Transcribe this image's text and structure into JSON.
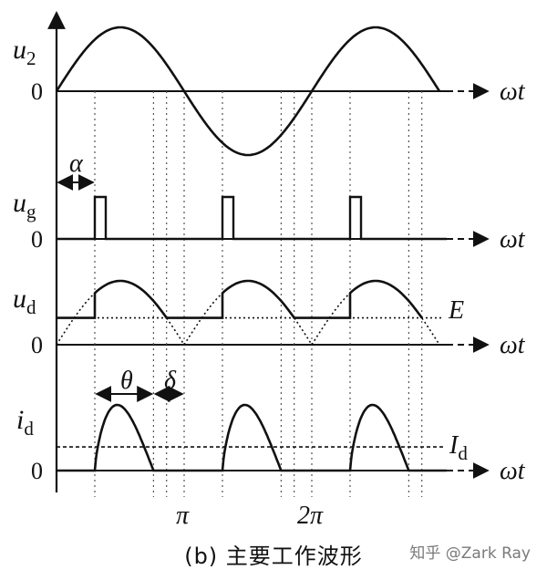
{
  "labels": {
    "u2_main": "u",
    "u2_sub": "2",
    "ug_main": "u",
    "ug_sub": "g",
    "ud_main": "u",
    "ud_sub": "d",
    "id_main": "i",
    "id_sub": "d",
    "Id_main": "I",
    "Id_sub": "d",
    "E": "E",
    "zero": "0",
    "omega_t": "ωt",
    "alpha": "α",
    "theta": "θ",
    "delta": "δ",
    "pi": "π",
    "two_pi": "2π"
  },
  "caption": "(b) 主要工作波形",
  "watermark": "知乎 @Zark Ray",
  "waveform": {
    "alpha_fraction_of_pi": 0.3,
    "theta_fraction_of_pi": 0.46,
    "delta_fraction_of_pi": 0.24,
    "E_fraction_of_peak": 0.42,
    "Id_fraction_of_peak": 0.36
  }
}
